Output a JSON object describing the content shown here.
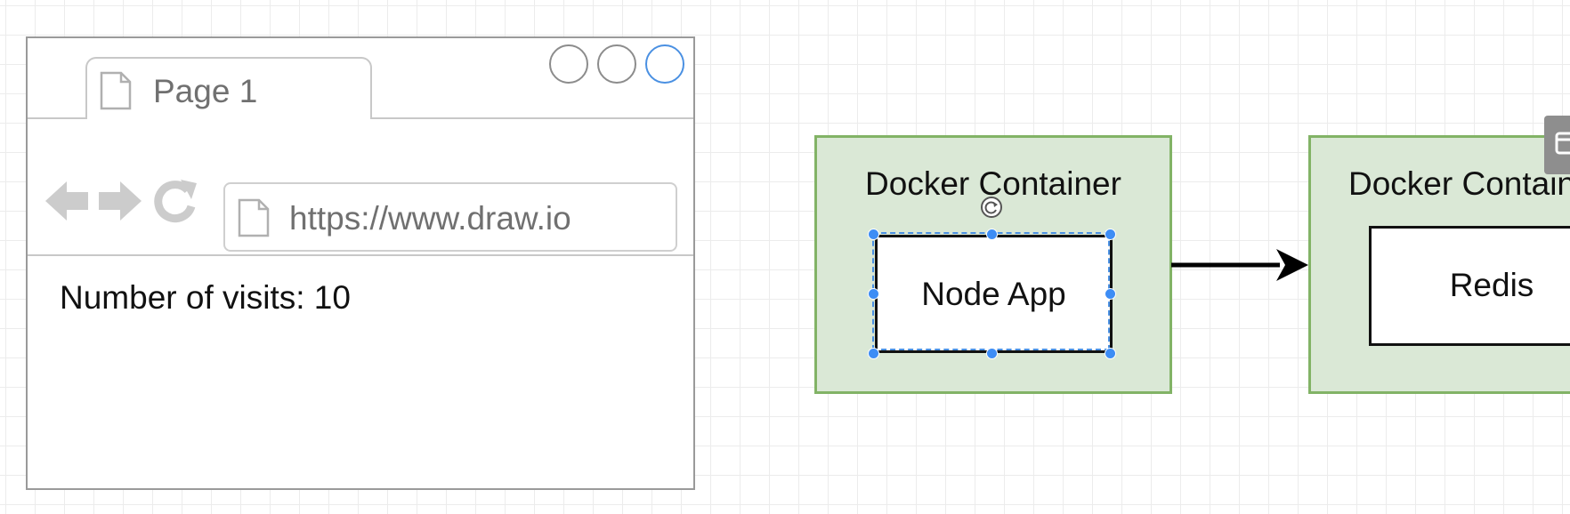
{
  "browser": {
    "tab_title": "Page 1",
    "url": "https://www.draw.io",
    "content_text": "Number of visits: 10"
  },
  "containers": [
    {
      "title": "Docker Container",
      "inner_label": "Node App",
      "selected": true
    },
    {
      "title": "Docker Container",
      "inner_label": "Redis",
      "selected": false
    }
  ],
  "icons": {
    "tab_icon": "document-icon",
    "back": "arrow-left-icon",
    "forward": "arrow-right-icon",
    "reload": "reload-icon",
    "url_icon": "document-icon",
    "rotate": "rotate-icon",
    "toolbar": "panel-icon"
  },
  "colors": {
    "container_fill": "#dae8d6",
    "container_border": "#82b366",
    "selection": "#3d8df5",
    "nav_icons": "#cccccc"
  }
}
